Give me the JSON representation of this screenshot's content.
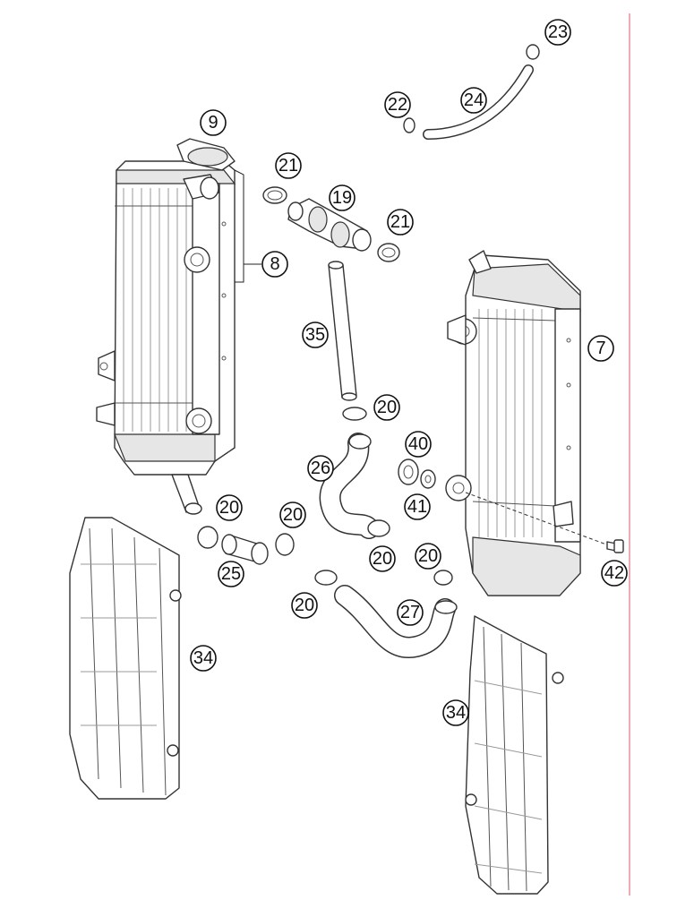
{
  "callouts": [
    {
      "id": "9",
      "text": "9"
    },
    {
      "id": "8",
      "text": "8"
    },
    {
      "id": "21a",
      "text": "21"
    },
    {
      "id": "19",
      "text": "19"
    },
    {
      "id": "21b",
      "text": "21"
    },
    {
      "id": "22",
      "text": "22"
    },
    {
      "id": "23",
      "text": "23"
    },
    {
      "id": "24",
      "text": "24"
    },
    {
      "id": "35",
      "text": "35"
    },
    {
      "id": "7",
      "text": "7"
    },
    {
      "id": "20a",
      "text": "20"
    },
    {
      "id": "40",
      "text": "40"
    },
    {
      "id": "26",
      "text": "26"
    },
    {
      "id": "41",
      "text": "41"
    },
    {
      "id": "20b",
      "text": "20"
    },
    {
      "id": "20c",
      "text": "20"
    },
    {
      "id": "20d",
      "text": "20"
    },
    {
      "id": "20e",
      "text": "20"
    },
    {
      "id": "25",
      "text": "25"
    },
    {
      "id": "20f",
      "text": "20"
    },
    {
      "id": "27",
      "text": "27"
    },
    {
      "id": "42",
      "text": "42"
    },
    {
      "id": "34a",
      "text": "34"
    },
    {
      "id": "34b",
      "text": "34"
    }
  ],
  "accent_line_color": "#e05a6a"
}
